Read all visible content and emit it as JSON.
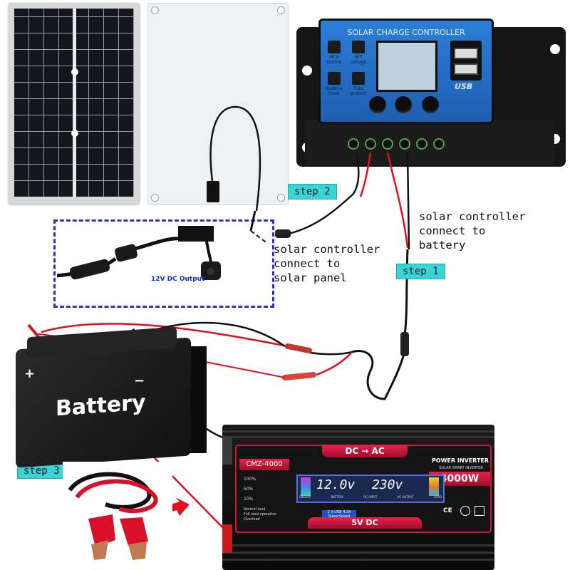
{
  "controller": {
    "title": "SOLAR CHARGE CONTROLLER",
    "features": [
      {
        "icon": "mcu-icon",
        "label": "MCU control"
      },
      {
        "icon": "gear-icon",
        "label": "SET voltage"
      },
      {
        "icon": "clock-icon",
        "label": "Build-in timer"
      },
      {
        "icon": "lock-icon",
        "label": "FULL protect"
      }
    ],
    "usb_label": "USB"
  },
  "inset": {
    "output_label": "12V DC Output"
  },
  "steps": {
    "step1": "step 1",
    "step2": "step 2",
    "step3": "step 3"
  },
  "notes": {
    "controller_to_panel": "solar controller\nconnect to\nsolar panel",
    "controller_to_battery": "solar controller\nconnect to\nbattery"
  },
  "battery": {
    "label": "Battery",
    "plus": "+",
    "minus": "−"
  },
  "inverter": {
    "model": "CMZ-4000",
    "dc_ac": "DC → AC",
    "title": "POWER INVERTER",
    "subtitle": "SOLAR SMART INVERTER",
    "power": "4000W",
    "display_in": "12.0v",
    "display_out": "230v",
    "usb_text": "2 X USB 4.2A SuperSpeed",
    "dc_text": "5V DC",
    "levels": [
      "100%",
      "50%",
      "10%"
    ],
    "legend": [
      "Normal load",
      "Full load operation",
      "Overload"
    ],
    "lcd_tabs": [
      "ENERGY",
      "BATTERY",
      "DC INPUT",
      "AC OUTPUT",
      "LOAD"
    ],
    "marks": "CE"
  },
  "colors": {
    "step_bg": "#3ad3d6",
    "controller_blue": "#2b7fd6",
    "inverter_red": "#c8193a",
    "wire_red": "#e0101c",
    "inset_border": "#2a33c8"
  }
}
